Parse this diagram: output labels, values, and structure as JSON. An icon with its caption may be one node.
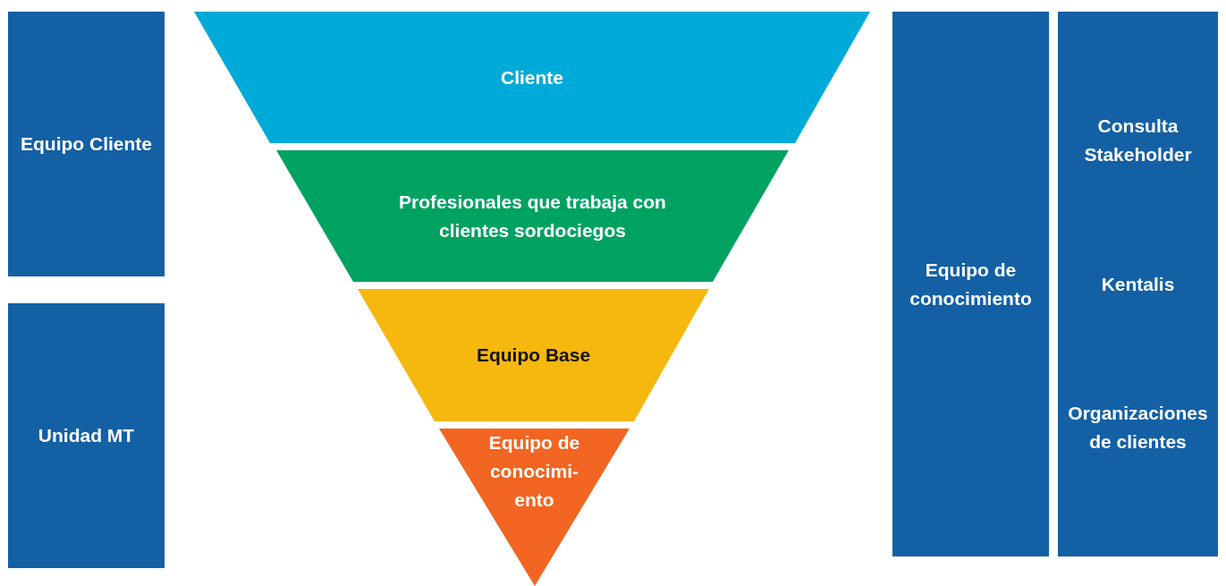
{
  "diagram": {
    "nodes": [
      {
        "text": [
          "Equipo Cliente"
        ]
      },
      {
        "text": [
          "Unidad MT"
        ]
      },
      {
        "text": [
          "Cliente"
        ]
      },
      {
        "text": [
          "Profesionales que trabaja con clientes sordociegos"
        ]
      },
      {
        "text": [
          "Equipo Base"
        ]
      },
      {
        "text": [
          "Equipo de conocimi- ento"
        ]
      },
      {
        "text": [
          "Equipo de conocimiento"
        ]
      },
      {
        "text": [
          "Consulta Stakeholder",
          "Kentalis",
          "Organizaciones de clientes"
        ]
      }
    ],
    "edges": []
  }
}
